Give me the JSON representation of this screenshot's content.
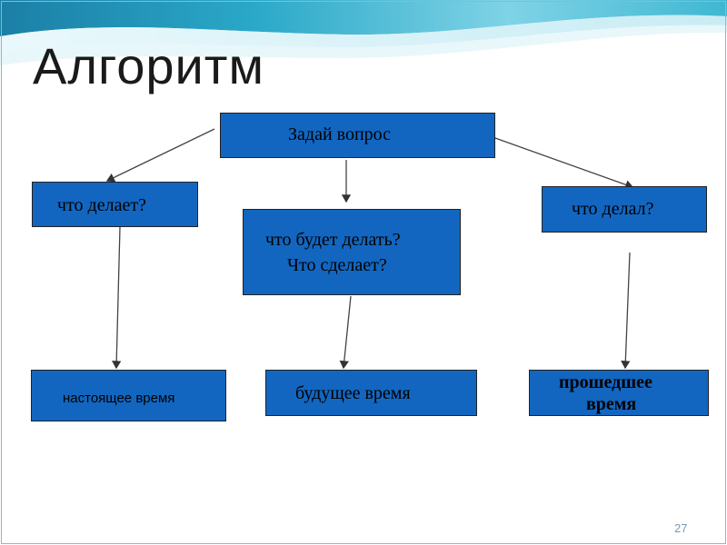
{
  "slide": {
    "title": "Алгоритм",
    "page_number": "27"
  },
  "diagram": {
    "root": "Задай вопрос",
    "branches": {
      "present_question": "что делает?",
      "future_question_line1": "что будет делать?",
      "future_question_line2": "Что сделает?",
      "past_question": "что делал?"
    },
    "tenses": {
      "present": "настоящее время",
      "future": "будущее время",
      "past_line1": "прошедшее",
      "past_line2": "время"
    }
  },
  "colors": {
    "box_fill": "#1266c0",
    "header_gradient_dark": "#1c8fb8",
    "header_gradient_light": "#c8eef5"
  }
}
